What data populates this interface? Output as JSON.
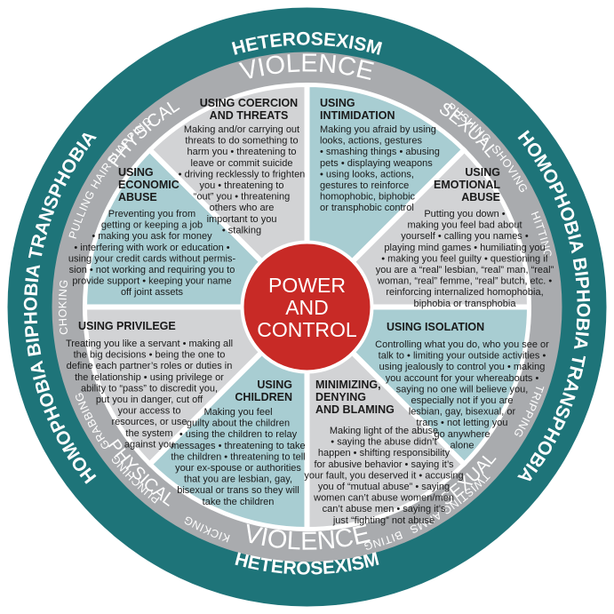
{
  "colors": {
    "outer_ring": "#1e7479",
    "middle_ring": "#a9abae",
    "segment_teal": "#a8cdd2",
    "segment_gray": "#d2d3d5",
    "divider": "#ffffff",
    "center": "#c82a26",
    "text_dark": "#1a1a1a"
  },
  "outer_ring": {
    "top": "HETEROSEXISM",
    "bottom": "HETEROSEXISM",
    "right": "HOMOPHOBIA BIPHOBIA TRANSPHOBIA",
    "left": "HOMOPHOBIA BIPHOBIA TRANSPHOBIA"
  },
  "violence_ring": {
    "top_left": "PHYSICAL",
    "top_center": "VIOLENCE",
    "top_right": "SEXUAL",
    "bottom_left": "PHYSICAL",
    "bottom_center": "VIOLENCE",
    "bottom_right": "SEXUAL",
    "left_tactics": [
      "SLAPPING",
      "PULLING HAIR",
      "CHOKING",
      "GRABBING",
      "PUNCHING",
      "KICKING"
    ],
    "right_tactics": [
      "PUSHING",
      "SHOVING",
      "HITTING",
      "TRIPPING",
      "TWISTING ARMS",
      "BITING"
    ]
  },
  "center": {
    "lines": [
      "POWER",
      "AND",
      "CONTROL"
    ]
  },
  "segments": [
    {
      "id": "coercion",
      "title_lines": [
        "USING COERCION",
        "AND THREATS"
      ],
      "body_lines": [
        "Making and/or carrying out",
        "threats to do something to",
        "harm you • threatening to",
        "leave or commit suicide",
        "• driving recklessly to frighten",
        "you • threatening to",
        "“out” you • threatening",
        "others who are",
        "important to you",
        "• stalking"
      ]
    },
    {
      "id": "intimidation",
      "title_lines": [
        "USING",
        "INTIMIDATION"
      ],
      "body_lines": [
        "Making you afraid by using",
        "looks, actions, gestures",
        "• smashing things • abusing",
        "pets • displaying weapons",
        "• using looks, actions,",
        "gestures to reinforce",
        "homophobic, biphobic",
        "or transphobic control"
      ]
    },
    {
      "id": "emotional",
      "title_lines": [
        "USING",
        "EMOTIONAL",
        "ABUSE"
      ],
      "body_lines": [
        "Putting you down •",
        "making you feel bad about",
        "yourself • calling you names •",
        "playing mind games • humiliating you",
        "• making you feel guilty • questioning if",
        "you are a “real” lesbian, “real” man, “real”",
        "woman, “real” femme, “real” butch, etc. •",
        "reinforcing internalized homophobia,",
        "biphobia or transphobia"
      ]
    },
    {
      "id": "isolation",
      "title_lines": [
        "USING ISOLATION"
      ],
      "body_lines": [
        "Controlling what you do, who you see or",
        "talk to • limiting your outside activities •",
        "using jealously to control you • making",
        "you account for your whereabouts •",
        "saying no one will believe you,",
        "especially not if you are",
        "lesbian, gay, bisexual, or",
        "trans • not letting you",
        "go anywhere",
        "alone"
      ]
    },
    {
      "id": "minimizing",
      "title_lines": [
        "MINIMIZING,",
        "DENYING",
        "AND BLAMING"
      ],
      "body_lines": [
        "Making light of the abuse",
        "• saying the abuse didn’t",
        "happen • shifting responsibility",
        "for abusive behavior • saying it’s",
        "your fault, you deserved it • accusing",
        "you of “mutual abuse” • saying",
        "women can’t abuse women/men",
        "can’t abuse men • saying it’s",
        "just “fighting” not abuse"
      ]
    },
    {
      "id": "children",
      "title_lines": [
        "USING",
        "CHILDREN"
      ],
      "body_lines": [
        "Making you feel",
        "guilty about the children",
        "• using the children to relay",
        "messages • threatening to take",
        "the children • threatening to tell",
        "your ex-spouse or authorities",
        "that you are lesbian, gay,",
        "bisexual or trans so they will",
        "take the children"
      ]
    },
    {
      "id": "privilege",
      "title_lines": [
        "USING PRIVILEGE"
      ],
      "body_lines": [
        "Treating you like a servant • making all",
        "the big decisions • being the one to",
        "define each partner’s roles or duties in",
        "the relationship • using privilege or",
        "ability to “pass” to discredit you,",
        "put you in danger, cut off",
        "your access to",
        "resources, or use",
        "the system",
        "against you"
      ]
    },
    {
      "id": "economic",
      "title_lines": [
        "USING",
        "ECONOMIC",
        "ABUSE"
      ],
      "body_lines": [
        "Preventing you from",
        "getting or keeping a job",
        "• making you ask for money",
        "• interfering with work or education •",
        "using your credit cards without permis-",
        "sion • not working and requiring you to",
        "provide support • keeping your name",
        "off joint assets"
      ]
    }
  ]
}
